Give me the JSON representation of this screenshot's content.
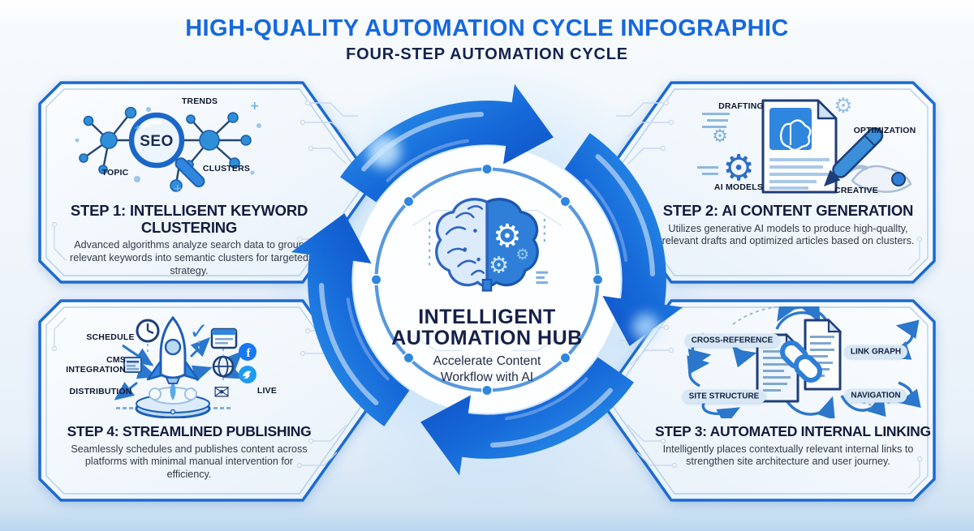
{
  "header": {
    "title": "HIGH-QUALITY AUTOMATION CYCLE INFOGRAPHIC",
    "subtitle": "FOUR-STEP AUTOMATION CYCLE"
  },
  "hub": {
    "title_line1": "INTELLIGENT",
    "title_line2": "AUTOMATION HUB",
    "tagline_line1": "Accelerate Content",
    "tagline_line2": "Workflow with AI",
    "icon": "ai-brain-with-gears-icon"
  },
  "cycle": {
    "direction": "clockwise",
    "arrow_count": 4
  },
  "steps": [
    {
      "position": "top-left",
      "title": "STEP 1: INTELLIGENT KEYWORD CLUSTERING",
      "description": "Advanced algorithms analyze search data to group relevant keywords into semantic clusters for targeted strategy.",
      "icon": "seo-keyword-network-icon",
      "labels": {
        "seo": "SEO",
        "trends": "TRENDS",
        "topic": "TOPIC",
        "clusters": "CLUSTERS"
      }
    },
    {
      "position": "top-right",
      "title": "STEP 2: AI CONTENT GENERATION",
      "description": "Utilizes generative AI models to produce high-quallty, relevant drafts and optimized articles based on clusters.",
      "icon": "ai-content-writing-icon",
      "labels": {
        "drafting": "DRAFTING",
        "ai_models": "AI MODELS",
        "optimization": "OPTIMIZATION",
        "creative": "CREATIVE"
      }
    },
    {
      "position": "bottom-right",
      "title": "STEP 3: AUTOMATED INTERNAL LINKING",
      "description": "Intelligently places contextually relevant internal links to strengthen site architecture and user journey.",
      "icon": "linked-documents-icon",
      "labels": {
        "cross_reference": "CROSS-REFERENCE",
        "site_structure": "SITE STRUCTURE",
        "link_graph": "LINK GRAPH",
        "navigation": "NAVIGATION"
      }
    },
    {
      "position": "bottom-left",
      "title": "STEP 4: STREAMLINED PUBLISHING",
      "description": "Seamlessly schedules and publishes content across platforms with minimal manual intervention for efficiency.",
      "icon": "rocket-launch-publishing-icon",
      "labels": {
        "schedule": "SCHEDULE",
        "cms_integration": "CMS INTEGRATION",
        "distribution": "DISTRIBUTION",
        "live": "LIVE"
      }
    }
  ],
  "colors": {
    "accent_blue": "#1668dd",
    "bright_blue": "#2f9bed",
    "deep_blue": "#0b4ac0",
    "navy": "#15204a",
    "panel_border": "#1b6ad2",
    "pill_bg": "#d8e7f5"
  }
}
